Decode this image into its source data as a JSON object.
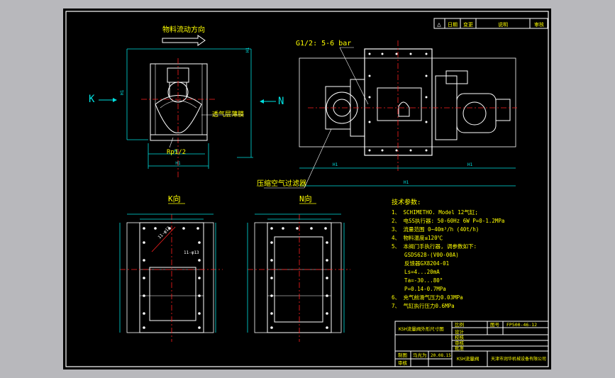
{
  "labels": {
    "flow_direction": "物料流动方向",
    "k_marker": "K",
    "n_marker": "N",
    "vent": "透气层薄膜",
    "port": "Rp1/2",
    "g_thread": "G1/2: 5-6 bar",
    "air_filter": "压缩空气过滤器",
    "view_k": "K向",
    "view_n": "N向",
    "dim_placeholder": "H1",
    "bolt_label": "11-φ13"
  },
  "revision_block": {
    "symbol": "△",
    "date": "日期",
    "content": "变更",
    "detail": "说明",
    "sign": "审核"
  },
  "tech": {
    "title": "技术参数:",
    "lines": [
      "1、 SCHIMETHO. Model 12气缸;",
      "2、 电SS执行器: 50-60Hz 6W P=0-1.2MPa",
      "3、 流量范围 0~40m³/h (40t/h)",
      "4、 物料温度≤120℃",
      "5、 本阀门手执行器, 调参数如下:",
      "    GSDS628-(V00-00A)",
      "    反馈器GX8204-01",
      "    Ls=4...20mA",
      "    Ta=-30...80°",
      "    P=0.14-0.7MPa",
      "6、 充气前滑气压力0.03MPa",
      "7、 气缸执行压力0.6MPa"
    ]
  },
  "title_block": {
    "drawing_name": "KSH流量阀外形尺寸图",
    "scale_label": "比例",
    "figure_no_label": "图号",
    "figure_no": "FP500-46-12",
    "design_label": "设计",
    "check_label": "校核",
    "audit_label": "审核",
    "approve_label": "批准",
    "draw_label": "制图",
    "drafter": "马光为",
    "date": "20.08.15",
    "product": "KSH流量阀",
    "company": "天津市润华机械设备有限公司"
  },
  "colors": {
    "frame": "#ffffff",
    "outline": "#ffffff",
    "dimension": "#00e0e0",
    "centerline": "#ff2020",
    "text": "#ffff00",
    "sheet": "#000000",
    "background": "#b8b8bc"
  }
}
